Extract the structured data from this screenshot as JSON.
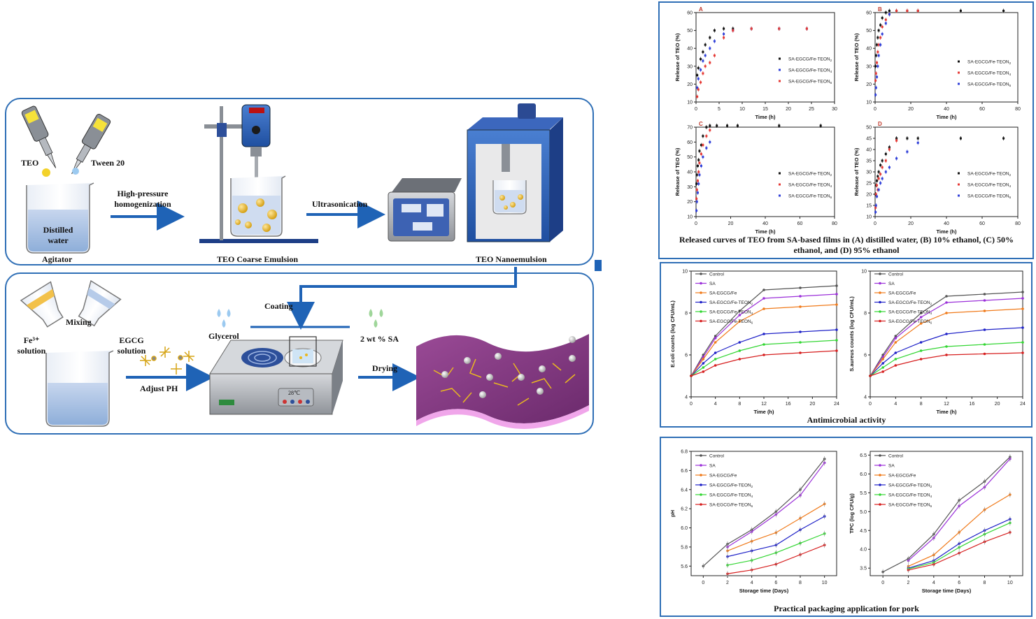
{
  "flow": {
    "teo": "TEO",
    "tween": "Tween 20",
    "distilled_water": "Distilled water",
    "agitator": "Agitator",
    "hp_homogenization": "High-pressure homogenization",
    "coarse_emulsion": "TEO Coarse Emulsion",
    "ultrasonication": "Ultrasonication",
    "nanoemulsion": "TEO Nanoemulsion",
    "mixing": "Mixing",
    "fe_solution": "Fe³⁺ solution",
    "egcg_solution": "EGCG solution",
    "adjust_ph": "Adjust PH",
    "coating": "Coating",
    "glycerol": "Glycerol",
    "sa": "2 wt % SA",
    "drying": "Drying",
    "display": "28℃"
  },
  "captions": {
    "release": "Released curves of TEO from SA-based films in (A) distilled water, (B) 10% ethanol, (C) 50% ethanol, and (D) 95% ethanol",
    "antimicrobial": "Antimicrobial activity",
    "packaging": "Practical packaging application for pork"
  },
  "colors": {
    "frame": "#2f6fb6",
    "arrow": "#1f63b6",
    "black": "#111111",
    "red": "#e53935",
    "blue": "#2f3fd8",
    "purple": "#9b30d9",
    "orange": "#f07a1a",
    "green": "#33d633",
    "darkred": "#d61e1e",
    "darkblue": "#1f22c8",
    "grey": "#555555"
  },
  "chart_data": [
    {
      "id": "A",
      "type": "scatter",
      "panel_label": "A",
      "xlabel": "Time (h)",
      "ylabel": "Release of TEO (%)",
      "xlim": [
        0,
        30
      ],
      "ylim": [
        10,
        60
      ],
      "xticks": [
        0,
        5,
        10,
        15,
        20,
        25,
        30
      ],
      "yticks": [
        10,
        20,
        30,
        40,
        50,
        60
      ],
      "series": [
        {
          "name": "SA-EGCG/Fe-TEON2",
          "color": "black",
          "x": [
            0.25,
            0.5,
            1,
            1.5,
            2,
            3,
            4,
            6,
            8,
            12,
            18,
            24
          ],
          "y": [
            25,
            29,
            34,
            38,
            42,
            46,
            50,
            51,
            51,
            51,
            51,
            51
          ]
        },
        {
          "name": "SA-EGCG/Fe-TEON4",
          "color": "blue",
          "x": [
            0.25,
            0.5,
            1,
            1.5,
            2,
            3,
            4,
            6,
            8,
            12,
            18,
            24
          ],
          "y": [
            18,
            23,
            28,
            33,
            36,
            40,
            44,
            48,
            50,
            51,
            51,
            51
          ]
        },
        {
          "name": "SA-EGCG/Fe-TEON6",
          "color": "red",
          "x": [
            0.25,
            0.5,
            1,
            1.5,
            2,
            3,
            4,
            6,
            8,
            12,
            18,
            24
          ],
          "y": [
            13,
            17,
            21,
            26,
            30,
            32,
            36,
            46,
            50,
            51,
            51,
            51
          ]
        }
      ]
    },
    {
      "id": "B",
      "type": "scatter",
      "panel_label": "B",
      "xlabel": "Time (h)",
      "ylabel": "Release of TEO (%)",
      "xlim": [
        0,
        80
      ],
      "ylim": [
        10,
        60
      ],
      "xticks": [
        0,
        20,
        40,
        60,
        80
      ],
      "yticks": [
        10,
        20,
        30,
        40,
        50,
        60
      ],
      "series": [
        {
          "name": "SA-EGCG/Fe-TEON2",
          "color": "black",
          "x": [
            0.25,
            0.5,
            1,
            1.5,
            2,
            3,
            4,
            6,
            8,
            12,
            18,
            24,
            48,
            72
          ],
          "y": [
            30,
            36,
            42,
            46,
            50,
            53,
            57,
            60,
            61,
            61,
            61,
            61,
            61,
            61
          ]
        },
        {
          "name": "SA-EGCG/Fe-TEON4",
          "color": "red",
          "x": [
            0.25,
            0.5,
            1,
            1.5,
            2,
            3,
            4,
            6,
            8,
            12,
            18,
            24
          ],
          "y": [
            22,
            26,
            32,
            38,
            42,
            46,
            52,
            56,
            59,
            61,
            61,
            61
          ]
        },
        {
          "name": "SA-EGCG/Fe-TEON6",
          "color": "blue",
          "x": [
            0.25,
            0.5,
            1,
            1.5,
            2,
            3,
            4,
            6,
            8
          ],
          "y": [
            14,
            18,
            24,
            30,
            36,
            42,
            48,
            54,
            59
          ]
        }
      ]
    },
    {
      "id": "C",
      "type": "scatter",
      "panel_label": "C",
      "xlabel": "Time (h)",
      "ylabel": "Release of TEO (%)",
      "xlim": [
        0,
        80
      ],
      "ylim": [
        10,
        70
      ],
      "xticks": [
        0,
        20,
        40,
        60,
        80
      ],
      "yticks": [
        10,
        20,
        30,
        40,
        50,
        60,
        70
      ],
      "series": [
        {
          "name": "SA-EGCG/Fe-TEON2",
          "color": "black",
          "x": [
            0.25,
            0.5,
            1,
            1.5,
            2,
            3,
            4,
            6,
            8,
            12,
            18,
            24,
            48,
            72
          ],
          "y": [
            32,
            38,
            44,
            48,
            54,
            58,
            64,
            70,
            71,
            71,
            71,
            71,
            71,
            71
          ]
        },
        {
          "name": "SA-EGCG/Fe-TEON4",
          "color": "red",
          "x": [
            0.25,
            0.5,
            1,
            1.5,
            2,
            3,
            4,
            6,
            8
          ],
          "y": [
            22,
            28,
            34,
            40,
            46,
            52,
            58,
            64,
            68
          ]
        },
        {
          "name": "SA-EGCG/Fe-TEON6",
          "color": "blue",
          "x": [
            0.25,
            0.5,
            1,
            1.5,
            2,
            3,
            4,
            6,
            8
          ],
          "y": [
            14,
            20,
            26,
            32,
            38,
            44,
            50,
            56,
            60
          ]
        }
      ]
    },
    {
      "id": "D",
      "type": "scatter",
      "panel_label": "D",
      "xlabel": "Time (h)",
      "ylabel": "Release of TEO (%)",
      "xlim": [
        0,
        80
      ],
      "ylim": [
        10,
        50
      ],
      "xticks": [
        0,
        20,
        40,
        60,
        80
      ],
      "yticks": [
        10,
        15,
        20,
        25,
        30,
        35,
        40,
        45,
        50
      ],
      "series": [
        {
          "name": "SA-EGCG/Fe-TEON2",
          "color": "black",
          "x": [
            0.25,
            0.5,
            1,
            1.5,
            2,
            3,
            4,
            6,
            8,
            12,
            18,
            24,
            48,
            72
          ],
          "y": [
            20,
            24,
            26,
            28,
            30,
            33,
            35,
            38,
            41,
            45,
            45,
            45,
            45,
            45
          ]
        },
        {
          "name": "SA-EGCG/Fe-TEON4",
          "color": "red",
          "x": [
            0.25,
            0.5,
            1,
            1.5,
            2,
            3,
            4,
            6,
            8,
            12
          ],
          "y": [
            14,
            20,
            24,
            22,
            27,
            29,
            32,
            35,
            40,
            44
          ]
        },
        {
          "name": "SA-EGCG/Fe-TEON6",
          "color": "blue",
          "x": [
            0.25,
            0.5,
            1,
            2,
            3,
            4,
            6,
            8,
            12,
            18,
            24
          ],
          "y": [
            12,
            15,
            19,
            22,
            25,
            27,
            30,
            32,
            36,
            39,
            43
          ]
        }
      ]
    },
    {
      "id": "ecoli",
      "type": "line",
      "xlabel": "Time (h)",
      "ylabel": "E.coli counts (log CFU/mL)",
      "xlim": [
        0,
        24
      ],
      "ylim": [
        4,
        10
      ],
      "xticks": [
        0,
        4,
        8,
        12,
        16,
        20,
        24
      ],
      "yticks": [
        4,
        6,
        8,
        10
      ],
      "x": [
        0,
        2,
        4,
        8,
        12,
        18,
        24
      ],
      "series": [
        {
          "name": "Control",
          "color": "grey",
          "values": [
            5.0,
            6.0,
            6.9,
            8.1,
            9.1,
            9.2,
            9.3
          ]
        },
        {
          "name": "SA",
          "color": "purple",
          "values": [
            5.0,
            5.9,
            6.8,
            7.9,
            8.7,
            8.8,
            8.9
          ]
        },
        {
          "name": "SA-EGCG/Fe",
          "color": "orange",
          "values": [
            5.0,
            5.8,
            6.6,
            7.6,
            8.2,
            8.3,
            8.4
          ]
        },
        {
          "name": "SA-EGCG/Fe-TEON2",
          "color": "darkblue",
          "values": [
            5.0,
            5.6,
            6.1,
            6.6,
            7.0,
            7.1,
            7.2
          ]
        },
        {
          "name": "SA-EGCG/Fe-TEON4",
          "color": "green",
          "values": [
            5.0,
            5.4,
            5.8,
            6.2,
            6.5,
            6.6,
            6.7
          ]
        },
        {
          "name": "SA-EGCG/Fe-TEON6",
          "color": "darkred",
          "values": [
            5.0,
            5.2,
            5.5,
            5.8,
            6.0,
            6.1,
            6.2
          ]
        }
      ]
    },
    {
      "id": "saureus",
      "type": "line",
      "xlabel": "Time (h)",
      "ylabel": "S.aureus counts (log CFU/mL)",
      "xlim": [
        0,
        24
      ],
      "ylim": [
        4,
        10
      ],
      "xticks": [
        0,
        4,
        8,
        12,
        16,
        20,
        24
      ],
      "yticks": [
        4,
        6,
        8,
        10
      ],
      "x": [
        0,
        2,
        4,
        8,
        12,
        18,
        24
      ],
      "series": [
        {
          "name": "Control",
          "color": "grey",
          "values": [
            5.0,
            6.0,
            6.9,
            8.0,
            8.8,
            8.9,
            9.0
          ]
        },
        {
          "name": "SA",
          "color": "purple",
          "values": [
            5.0,
            5.9,
            6.8,
            7.8,
            8.5,
            8.6,
            8.7
          ]
        },
        {
          "name": "SA-EGCG/Fe",
          "color": "orange",
          "values": [
            5.0,
            5.8,
            6.6,
            7.5,
            8.0,
            8.1,
            8.2
          ]
        },
        {
          "name": "SA-EGCG/Fe-TEON2",
          "color": "darkblue",
          "values": [
            5.0,
            5.6,
            6.1,
            6.6,
            7.0,
            7.2,
            7.3
          ]
        },
        {
          "name": "SA-EGCG/Fe-TEON4",
          "color": "green",
          "values": [
            5.0,
            5.4,
            5.8,
            6.2,
            6.4,
            6.5,
            6.6
          ]
        },
        {
          "name": "SA-EGCG/Fe-TEON6",
          "color": "darkred",
          "values": [
            5.0,
            5.2,
            5.5,
            5.8,
            6.0,
            6.05,
            6.1
          ]
        }
      ]
    },
    {
      "id": "ph",
      "type": "line",
      "xlabel": "Storage time (Days)",
      "ylabel": "pH",
      "xlim": [
        -1,
        11
      ],
      "ylim": [
        5.5,
        6.8
      ],
      "xticks": [
        0,
        2,
        4,
        6,
        8,
        10
      ],
      "yticks": [
        5.6,
        5.8,
        6.0,
        6.2,
        6.4,
        6.6,
        6.8
      ],
      "series": [
        {
          "name": "Control",
          "color": "grey",
          "x": [
            0,
            2,
            4,
            6,
            8,
            10
          ],
          "values": [
            5.6,
            5.83,
            5.98,
            6.17,
            6.4,
            6.72
          ]
        },
        {
          "name": "SA",
          "color": "purple",
          "x": [
            2,
            4,
            6,
            8,
            10
          ],
          "values": [
            5.8,
            5.96,
            6.14,
            6.34,
            6.68
          ]
        },
        {
          "name": "SA-EGCG/Fe",
          "color": "orange",
          "x": [
            2,
            4,
            6,
            8,
            10
          ],
          "values": [
            5.76,
            5.86,
            5.95,
            6.1,
            6.25
          ]
        },
        {
          "name": "SA-EGCG/Fe-TEON2",
          "color": "darkblue",
          "x": [
            2,
            4,
            6,
            8,
            10
          ],
          "values": [
            5.7,
            5.76,
            5.82,
            5.98,
            6.12
          ]
        },
        {
          "name": "SA-EGCG/Fe-TEON4",
          "color": "green",
          "x": [
            2,
            4,
            6,
            8,
            10
          ],
          "values": [
            5.61,
            5.66,
            5.74,
            5.84,
            5.94
          ]
        },
        {
          "name": "SA-EGCG/Fe-TEON6",
          "color": "darkred",
          "x": [
            2,
            4,
            6,
            8,
            10
          ],
          "values": [
            5.52,
            5.56,
            5.62,
            5.72,
            5.82
          ]
        }
      ]
    },
    {
      "id": "tpc",
      "type": "line",
      "xlabel": "Storage time (Days)",
      "ylabel": "TPC (log CFU/g)",
      "xlim": [
        -1,
        11
      ],
      "ylim": [
        3.3,
        6.6
      ],
      "xticks": [
        0,
        2,
        4,
        6,
        8,
        10
      ],
      "yticks": [
        3.5,
        4.0,
        4.5,
        5.0,
        5.5,
        6.0,
        6.5
      ],
      "series": [
        {
          "name": "Control",
          "color": "grey",
          "x": [
            0,
            2,
            4,
            6,
            8,
            10
          ],
          "values": [
            3.4,
            3.75,
            4.4,
            5.3,
            5.8,
            6.45
          ]
        },
        {
          "name": "SA",
          "color": "purple",
          "x": [
            2,
            4,
            6,
            8,
            10
          ],
          "values": [
            3.7,
            4.3,
            5.15,
            5.65,
            6.4
          ]
        },
        {
          "name": "SA-EGCG/Fe",
          "color": "orange",
          "x": [
            2,
            4,
            6,
            8,
            10
          ],
          "values": [
            3.55,
            3.85,
            4.45,
            5.05,
            5.45
          ]
        },
        {
          "name": "SA-EGCG/Fe-TEON2",
          "color": "darkblue",
          "x": [
            2,
            4,
            6,
            8,
            10
          ],
          "values": [
            3.5,
            3.7,
            4.15,
            4.5,
            4.8
          ]
        },
        {
          "name": "SA-EGCG/Fe-TEON4",
          "color": "green",
          "x": [
            2,
            4,
            6,
            8,
            10
          ],
          "values": [
            3.48,
            3.65,
            4.05,
            4.4,
            4.7
          ]
        },
        {
          "name": "SA-EGCG/Fe-TEON6",
          "color": "darkred",
          "x": [
            2,
            4,
            6,
            8,
            10
          ],
          "values": [
            3.45,
            3.6,
            3.9,
            4.2,
            4.45
          ]
        }
      ]
    }
  ]
}
